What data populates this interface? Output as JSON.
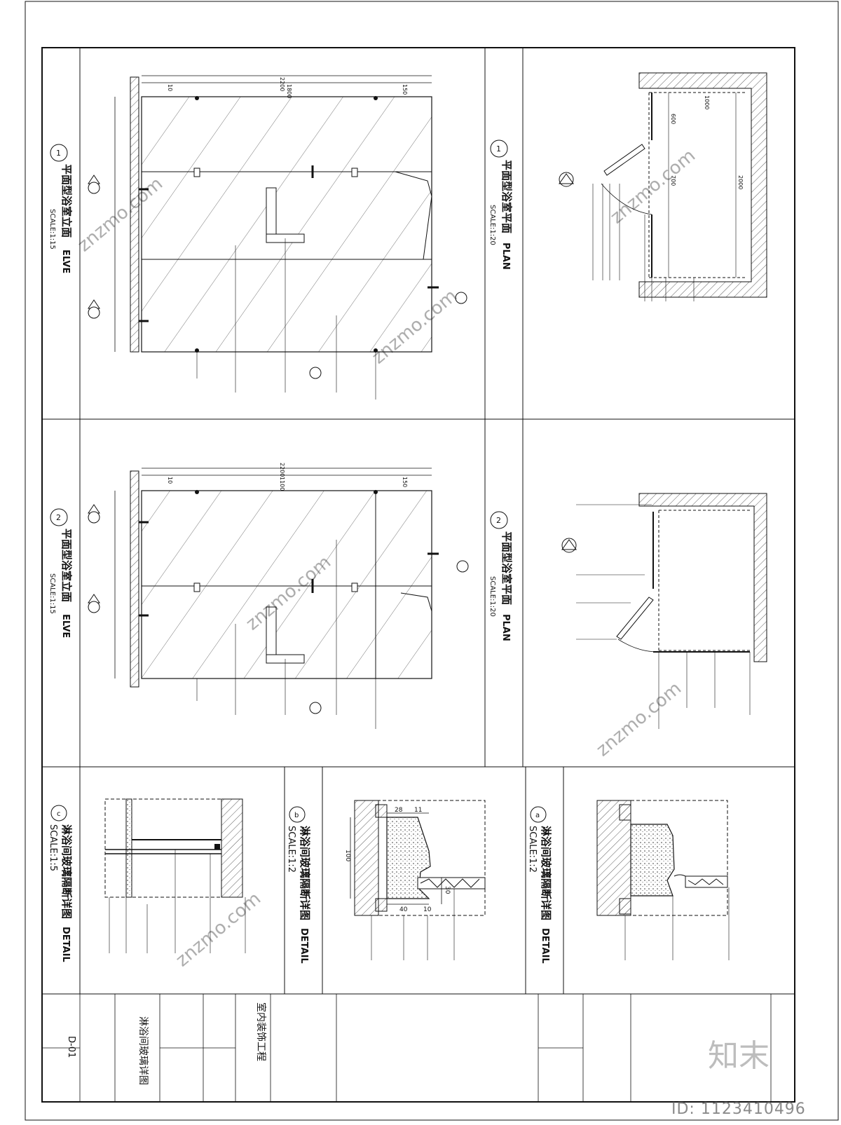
{
  "sheet": {
    "drawing_number": "D-01",
    "drawing_title": "淋浴间玻璃详图",
    "project_name": "室内装饰工程"
  },
  "panels": {
    "elevation_1": {
      "num": "1",
      "title": "平面型浴室立面",
      "title_en": "ELVE",
      "scale": "SCALE:1:15",
      "dim_total": "2200",
      "dims": [
        "10",
        "1800",
        "150"
      ]
    },
    "plan_1": {
      "num": "1",
      "title": "平面型浴室平面",
      "title_en": "PLAN",
      "scale": "SCALE:1:20",
      "dims": [
        "1000",
        "600",
        "700",
        "2000"
      ]
    },
    "elevation_2": {
      "num": "2",
      "title": "平面型浴室立面",
      "title_en": "ELVE",
      "scale": "SCALE:1:15",
      "dim_total": "2200",
      "dims": [
        "10",
        "1100",
        "150"
      ]
    },
    "plan_2": {
      "num": "2",
      "title": "平面型浴室平面",
      "title_en": "PLAN",
      "scale": "SCALE:1:20"
    },
    "detail_c": {
      "num": "c",
      "title": "淋浴间玻璃隔断详图",
      "title_en": "DETAIL",
      "scale": "SCALE:1:5"
    },
    "detail_b": {
      "num": "b",
      "title": "淋浴间玻璃隔断详图",
      "title_en": "DETAIL",
      "scale": "SCALE:1:2",
      "dims": [
        "28",
        "11",
        "100",
        "30",
        "40",
        "10"
      ]
    },
    "detail_a": {
      "num": "a",
      "title": "淋浴间玻璃隔断详图",
      "title_en": "DETAIL",
      "scale": "SCALE:1:2"
    }
  },
  "watermark": {
    "logo": "知末",
    "id": "ID: 1123410496",
    "site": "znzmo.com"
  },
  "colors": {
    "ink": "#111111",
    "hatch": "#6b6b6b",
    "watermark": "#c8c8c8"
  }
}
